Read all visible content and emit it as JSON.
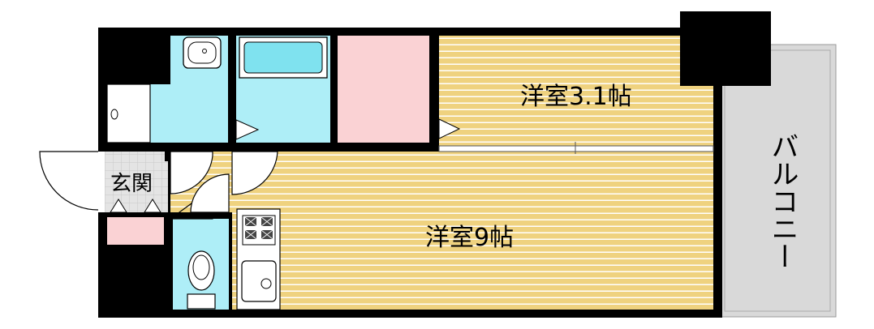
{
  "rooms": {
    "western_small": {
      "label": "洋室3.1帖"
    },
    "western_large": {
      "label": "洋室9帖"
    },
    "entrance": {
      "label": "玄関"
    },
    "balcony": {
      "label": "バルコニー"
    }
  },
  "colors": {
    "floor_wood": "#efd27f",
    "floor_stripe": "#ffffff",
    "wet_area": "#aeeef7",
    "closet": "#fad2d4",
    "entrance_tile": "#e6e6e6",
    "balcony": "#d9d9d9",
    "wall": "#000000",
    "bath_tub": "#7fe2ef"
  },
  "fixtures": [
    "washbasin-icon",
    "bathtub-icon",
    "washing-machine-icon",
    "toilet-icon",
    "stove-icon",
    "sink-icon"
  ]
}
